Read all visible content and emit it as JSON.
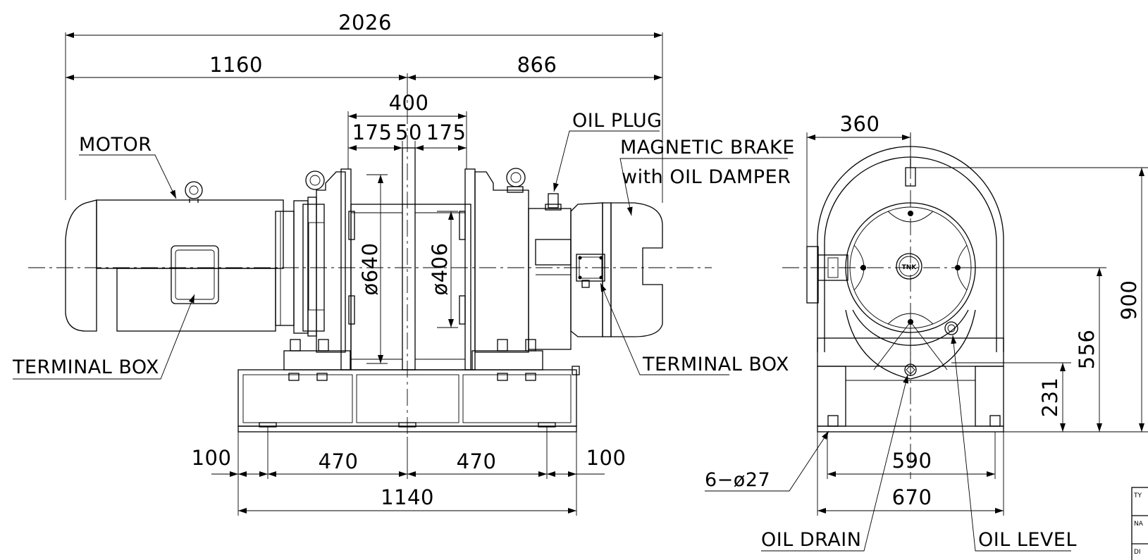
{
  "dimensions": {
    "overall_length": "2026",
    "motor_side_length": "1160",
    "brake_side_length": "866",
    "drum_width": "400",
    "drum_flange_left": "175",
    "drum_center": "50",
    "drum_flange_right": "175",
    "flange_diameter": "ø640",
    "drum_diameter": "ø406",
    "base_left_offset": "100",
    "base_pitch_left": "470",
    "base_pitch_right": "470",
    "base_right_offset": "100",
    "base_length": "1140",
    "side_width_top": "360",
    "overall_height": "900",
    "drum_center_height": "556",
    "drain_height": "231",
    "bolt_spacing": "590",
    "base_width": "670",
    "anchor_holes": "6−ø27"
  },
  "labels": {
    "motor": "MOTOR",
    "terminal_box_left": "TERMINAL BOX",
    "oil_plug": "OIL PLUG",
    "brake_line1": "MAGNETIC BRAKE",
    "brake_line2": "with OIL DAMPER",
    "terminal_box_right": "TERMINAL BOX",
    "oil_drain": "OIL DRAIN",
    "oil_level": "OIL LEVEL"
  },
  "title_block": {
    "row1": "TY",
    "row2": "NA",
    "row3": "DI"
  }
}
